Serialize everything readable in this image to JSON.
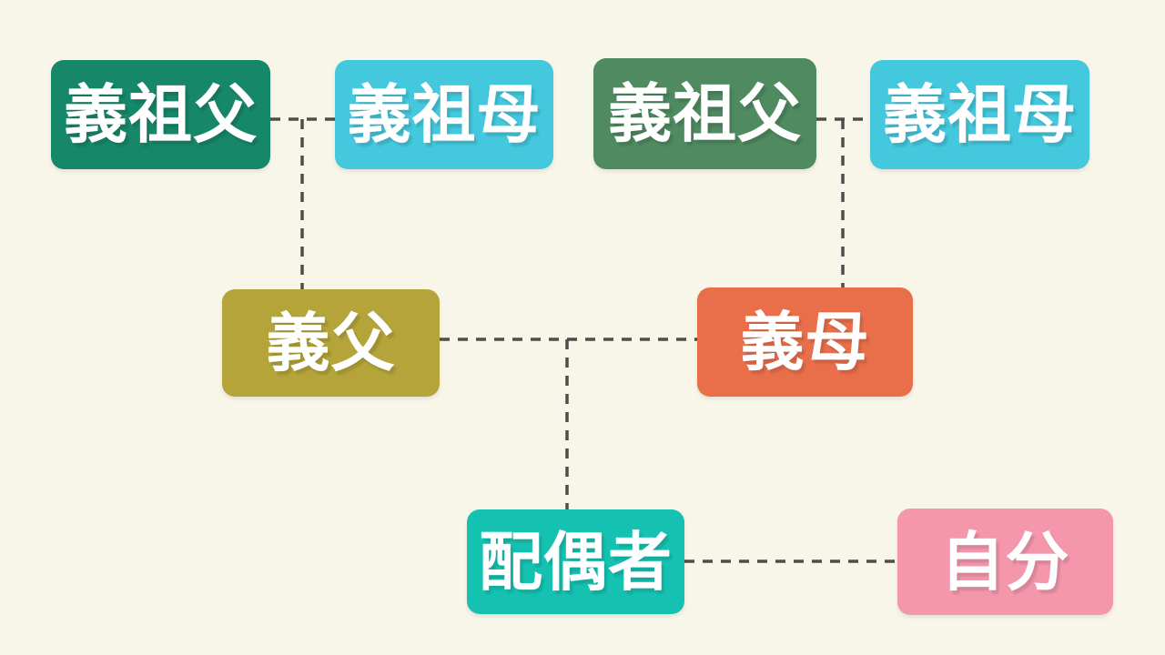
{
  "diagram": {
    "type": "family-tree",
    "background_color": "#f8f6e8",
    "connector_color": "#4d4d4d",
    "text_color": "#ffffff",
    "nodes": [
      {
        "id": "grandfather-in-law-left",
        "label": "義祖父",
        "color": "#17876a"
      },
      {
        "id": "grandmother-in-law-left",
        "label": "義祖母",
        "color": "#44c8dd"
      },
      {
        "id": "grandfather-in-law-right",
        "label": "義祖父",
        "color": "#4f8a61"
      },
      {
        "id": "grandmother-in-law-right",
        "label": "義祖母",
        "color": "#44c8dd"
      },
      {
        "id": "father-in-law",
        "label": "義父",
        "color": "#b5a439"
      },
      {
        "id": "mother-in-law",
        "label": "義母",
        "color": "#e96f4b"
      },
      {
        "id": "spouse",
        "label": "配偶者",
        "color": "#15c2b2"
      },
      {
        "id": "self",
        "label": "自分",
        "color": "#f497ac"
      }
    ],
    "edges": [
      {
        "from": "grandfather-in-law-left",
        "to": "grandmother-in-law-left",
        "style": "dashed"
      },
      {
        "from": "grandparents-in-law-left-couple",
        "to": "father-in-law",
        "style": "dashed"
      },
      {
        "from": "grandfather-in-law-right",
        "to": "grandmother-in-law-right",
        "style": "dashed"
      },
      {
        "from": "grandparents-in-law-right-couple",
        "to": "mother-in-law",
        "style": "dashed"
      },
      {
        "from": "father-in-law",
        "to": "mother-in-law",
        "style": "dashed"
      },
      {
        "from": "father-mother-in-law-couple",
        "to": "spouse",
        "style": "dashed"
      },
      {
        "from": "spouse",
        "to": "self",
        "style": "dashed"
      }
    ]
  }
}
